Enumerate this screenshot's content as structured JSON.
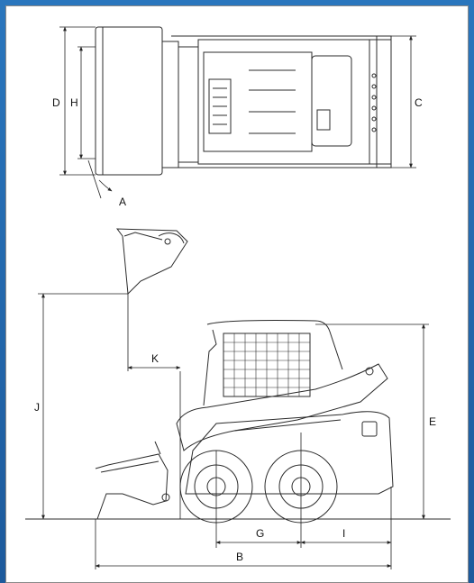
{
  "diagram": {
    "labels": {
      "A": "A",
      "B": "B",
      "C": "C",
      "D": "D",
      "E": "E",
      "G": "G",
      "H": "H",
      "I": "I",
      "J": "J",
      "K": "K"
    }
  },
  "colors": {
    "frame": "#1f63a8",
    "line": "#2b2b2b",
    "text": "#111111"
  }
}
